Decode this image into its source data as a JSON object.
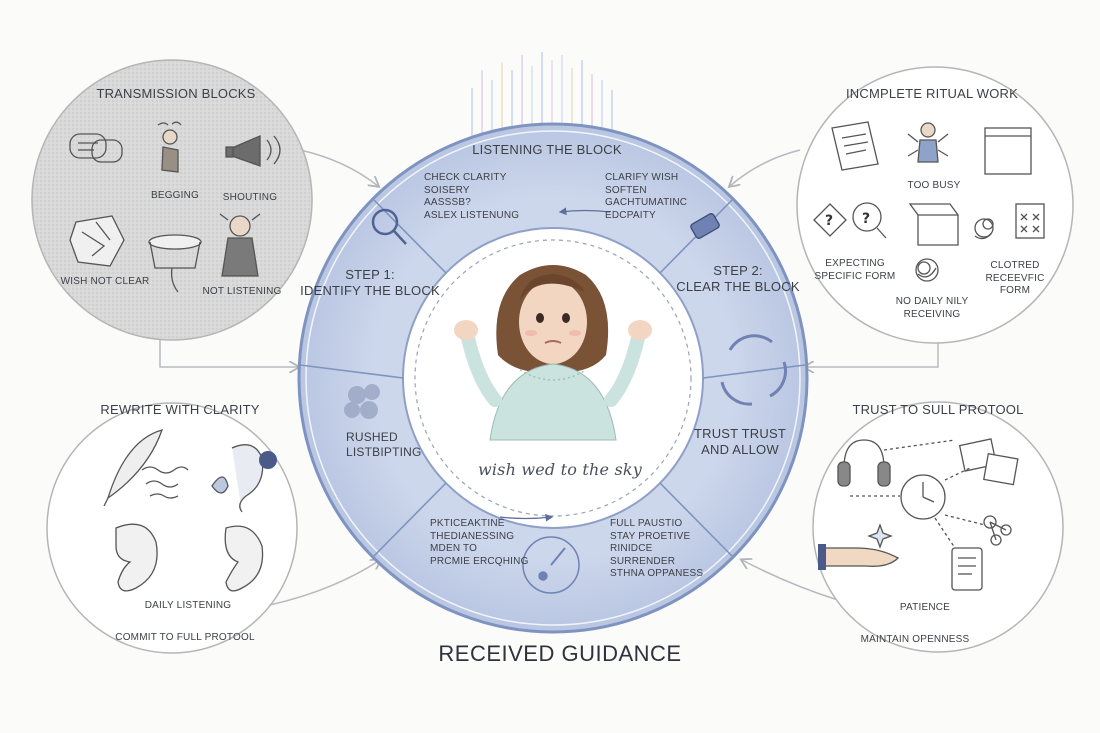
{
  "center": {
    "ring_top": "LISTENING THE BLOCK",
    "step1": "STEP 1:\nIDENTIFY THE BLOCK",
    "step2": "STEP 2:\nCLEAR THE BLOCK",
    "trust": "TRUST TRUST\nAND ALLOW",
    "rushed": "RUSHED\nLISTBIPTING",
    "q_top_left": "CHECK CLARITY\nSOISERY\nAASSSB?\nASLEX LISTENUNG",
    "q_top_right": "CLARIFY WISH\nSOFTEN\nGACHTUMATINC\nEDCPAITY",
    "q_bottom_left": "PKTICEAKTINE\nTHEDIANESSING\nMDEN TO\nPRCMIE ERCQHING",
    "q_bottom_right": "FULL PAUSTIO\nSTAY PROETIVE\nRINIDCE\nSURRENDER\nSTHNA OPPANESS",
    "caption": "wish wed to the sky"
  },
  "top_left": {
    "title": "TRANSMISSION BLOCKS",
    "begging": "BEGGING",
    "shouting": "SHOUTING",
    "wish_not_clear": "WISH NOT CLEAR",
    "not_listening": "NOT LISTENING"
  },
  "top_right": {
    "title": "INCMPLETE RITUAL WORK",
    "too_busy": "TOO BUSY",
    "expecting": "EXPECTING\nSPECIFIC FORM",
    "no_daily": "NO DAILY NILY\nRECEIVING",
    "clotred": "CLOTRED\nRECEEVFIC\nFORM"
  },
  "bottom_left": {
    "title": "REWRITE WITH CLARITY",
    "daily_listening": "DAILY LISTENING",
    "commit": "COMMIT TO FULL PROTOOL"
  },
  "bottom_right": {
    "title": "TRUST TO SULL PROTOOL",
    "patience": "PATIENCE",
    "maintain": "MAINTAIN OPENNESS"
  },
  "footer": {
    "title": "RECEIVED GUIDANCE"
  },
  "colors": {
    "ring_fill": "#c9d4ea",
    "ring_edge": "#8a9cc4",
    "inner_fill": "#ffffff",
    "arrow": "#b7b9be",
    "accent": "#6f82b3"
  }
}
